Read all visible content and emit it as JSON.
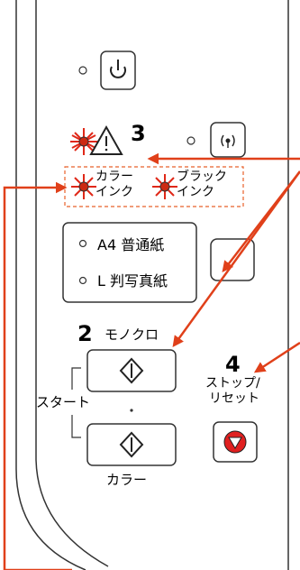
{
  "steps": {
    "step_2": "2",
    "step_3": "3",
    "step_4": "4"
  },
  "labels": {
    "color_ink": [
      "カラー",
      "インク"
    ],
    "black_ink": [
      "ブラック",
      "インク"
    ],
    "paper_a4": "A4 普通紙",
    "paper_l": "L 判写真紙",
    "mono": "モノクロ",
    "start": "スタート",
    "color": "カラー",
    "stop_reset": [
      "ストップ/",
      "リセット"
    ]
  },
  "icons": {
    "power": "power-icon",
    "wifi": "wifi-icon",
    "warning": "warning-triangle-icon",
    "start": "start-diamond-icon",
    "stop": "stop-icon"
  },
  "colors": {
    "arrow": "#e0401a",
    "flash": "#e02818",
    "panel_line": "#333333",
    "stop_red": "#e02020",
    "dashed_box": "#e8602a"
  }
}
